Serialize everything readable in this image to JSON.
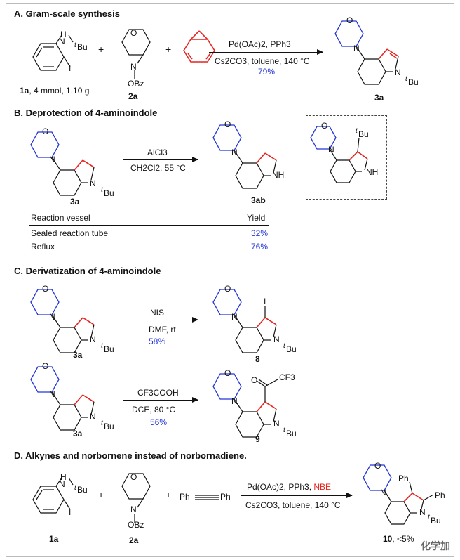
{
  "sections": {
    "a": "A. Gram-scale synthesis",
    "b": "B. Deprotection of 4-aminoindole",
    "c": "C. Derivatization of 4-aminoindole",
    "d": "D. Alkynes and norbornene instead of norbornadiene."
  },
  "atoms": {
    "N": "N",
    "NH": "NH",
    "H": "H",
    "I": "I",
    "O": "O",
    "OBz": "OBz",
    "Ph": "Ph",
    "tBu_t": "t",
    "tBu_Bu": "Bu",
    "CF3": "CF3"
  },
  "a": {
    "label_1a_bold": "1a",
    "label_1a_rest": ", 4 mmol, 1.10 g",
    "label_2a": "2a",
    "label_3a": "3a",
    "cond_top": "Pd(OAc)2, PPh3",
    "cond_mid": "Cs2CO3, toluene, 140 °C",
    "yield": "79%"
  },
  "b": {
    "label_3a": "3a",
    "label_3ab": "3ab",
    "cond_top": "AlCl3",
    "cond_mid": "CH2Cl2, 55 °C",
    "table": {
      "headers": [
        "Reaction vessel",
        "Yield"
      ],
      "rows": [
        {
          "vessel": "Sealed reaction tube",
          "yield": "32%"
        },
        {
          "vessel": "Reflux",
          "yield": "76%"
        }
      ]
    }
  },
  "c": {
    "r1": {
      "label_left": "3a",
      "cond_top": "NIS",
      "cond_mid": "DMF, rt",
      "yield": "58%",
      "label_right": "8"
    },
    "r2": {
      "label_left": "3a",
      "cond_top": "CF3COOH",
      "cond_mid": "DCE, 80 °C",
      "yield": "56%",
      "label_right": "9"
    }
  },
  "d": {
    "label_1a": "1a",
    "label_2a": "2a",
    "label_10_bold": "10",
    "label_10_rest": ", <5%",
    "cond_top_black": "Pd(OAc)2, PPh3, ",
    "cond_top_red": "NBE",
    "cond_mid": "Cs2CO3, toluene, 140 °C"
  },
  "watermark": "化学加",
  "colors": {
    "morpholine": "#2436d6",
    "indole_c2c3": "#e52420",
    "yield": "#2436d6",
    "nbe": "#e52420"
  }
}
